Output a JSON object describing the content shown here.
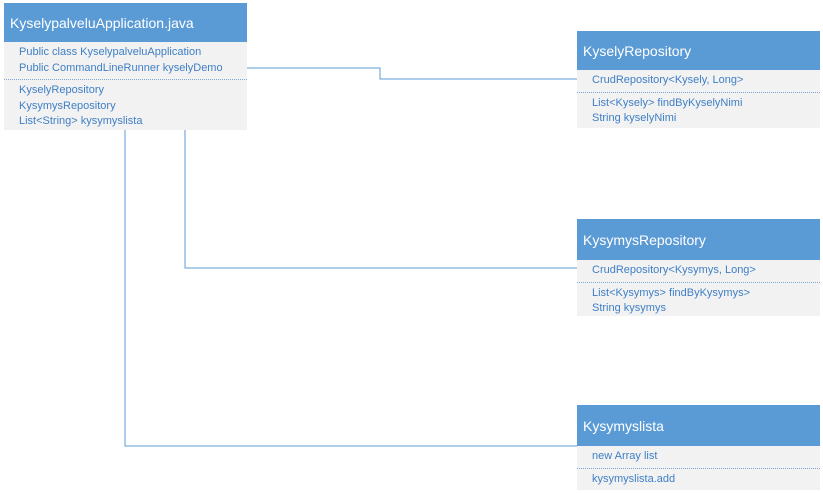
{
  "colors": {
    "header": "#5b9bd5",
    "text": "#3f7fc6",
    "body": "#f2f2f2",
    "line": "#5b9bd5"
  },
  "main": {
    "title": "KyselypalveluApplication.java",
    "sections": [
      [
        "Public class KyselypalveluApplication",
        "Public CommandLineRunner kyselyDemo"
      ],
      [
        "KyselyRepository",
        "KysymysRepository",
        "List<String> kysymyslista"
      ]
    ]
  },
  "kysely_repo": {
    "title": "KyselyRepository",
    "sections": [
      [
        "CrudRepository<Kysely, Long>"
      ],
      [
        "List<Kysely> findByKyselyNimi",
        "String kyselyNimi"
      ]
    ]
  },
  "kysymys_repo": {
    "title": "KysymysRepository",
    "sections": [
      [
        "CrudRepository<Kysymys, Long>"
      ],
      [
        "List<Kysymys> findByKysymys>",
        "String kysymys"
      ]
    ]
  },
  "kysymyslista": {
    "title": "Kysymyslista",
    "sections": [
      [
        "new Array list"
      ],
      [
        "kysymyslista.add"
      ]
    ]
  }
}
